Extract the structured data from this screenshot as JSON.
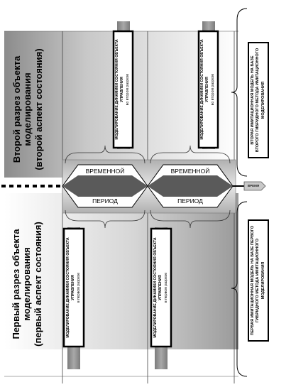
{
  "top_section": {
    "title_line1": "Второй разрез объекта",
    "title_line2": "моделирования",
    "title_line3": "(второй аспект состояния)"
  },
  "bottom_section": {
    "title_line1": "Первый разрез объекта",
    "title_line2": "моделирования",
    "title_line3": "(первый аспект состояния)"
  },
  "top_boxes": [
    {
      "main": "Моделирование динамики состояния объекта управления",
      "sub": "во втором разрезе"
    },
    {
      "main": "Моделирование динамики состояния объекта управления",
      "sub": "во втором разрезе"
    }
  ],
  "bottom_boxes": [
    {
      "main": "Моделирование динамики состояния объекта управления",
      "sub": "в первом разрезе"
    },
    {
      "main": "Моделирование динамики состояния объекта управления",
      "sub": "в первом разрезе"
    }
  ],
  "periods": [
    {
      "line1": "ВРЕМЕННОЙ",
      "line2": "ПЕРИОД"
    },
    {
      "line1": "ВРЕМЕННОЙ",
      "line2": "ПЕРИОД"
    }
  ],
  "time_arrow_label": "время",
  "models": {
    "second": "Вторая имитационная модель на базе второго гибридного метода имитационного моделирования",
    "first": "Первая имитационная модель на базе первого гибридного метода имитационного моделирования"
  }
}
